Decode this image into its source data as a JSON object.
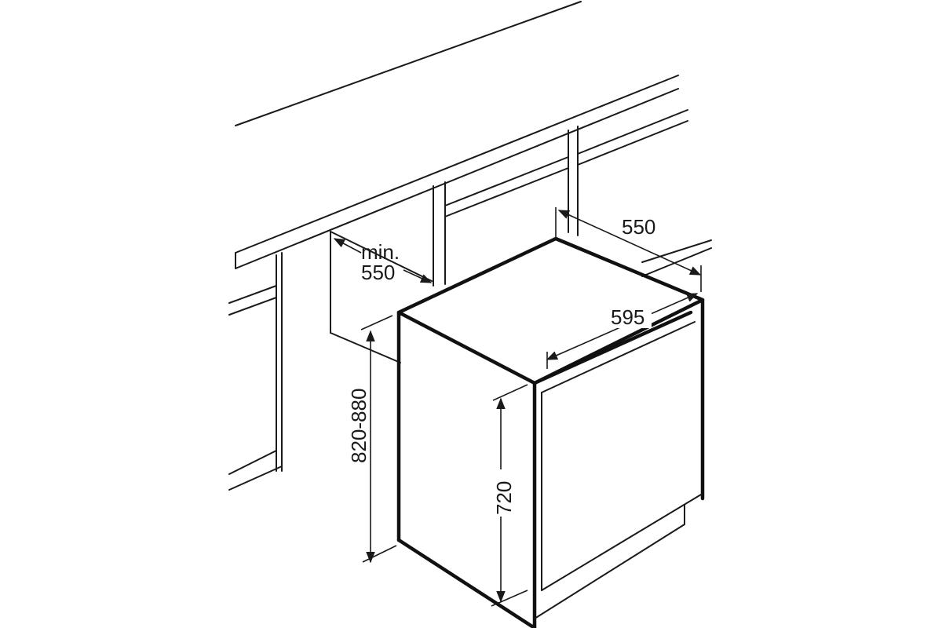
{
  "labels": {
    "cutout_depth_top": "min.",
    "cutout_depth_value": "550",
    "depth": "550",
    "width": "595",
    "height_range": "820-880",
    "appliance_height": "720"
  },
  "colors": {
    "line": "#1a1a1a",
    "background": "#ffffff"
  }
}
